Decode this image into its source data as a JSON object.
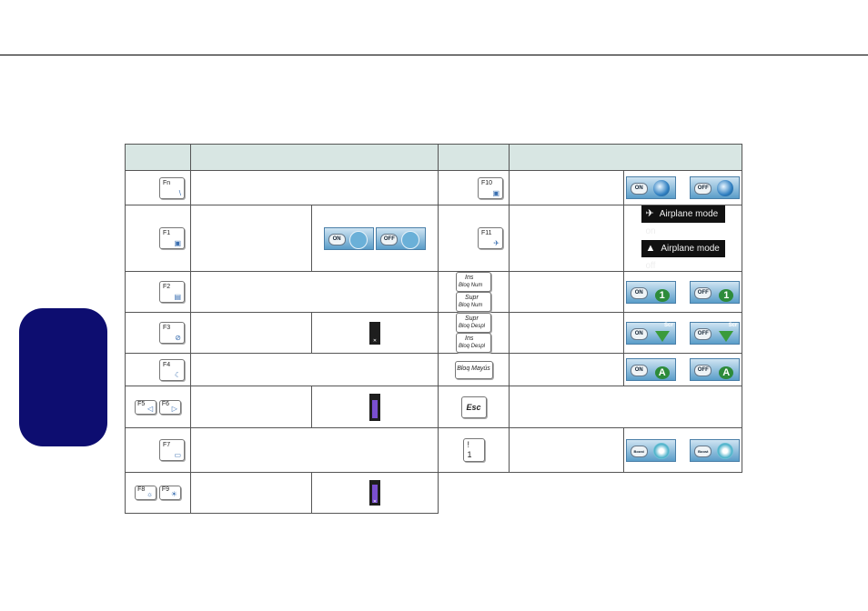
{
  "keys": {
    "fn": "Fn",
    "f1": "F1",
    "f2": "F2",
    "f3": "F3",
    "f4": "F4",
    "f5": "F5",
    "f6": "F6",
    "f7": "F7",
    "f8": "F8",
    "f9": "F9",
    "f10": "F10",
    "f11": "F11",
    "ins": "Ins",
    "ins_sub": "Bloq Num",
    "supr": "Supr",
    "supr_sub": "Bloq Num",
    "supr2": "Supr",
    "supr2_sub": "Bloq Despl",
    "ins2": "Ins",
    "ins2_sub": "Bloq Despl",
    "bloq_mayus": "Bloq Mayús",
    "esc": "Esc",
    "excl": "!",
    "one": "1"
  },
  "indicators": {
    "on": "ON",
    "off": "OFF",
    "num_lock": "1",
    "caps_lock": "A",
    "scroll_lock_label": "Scr",
    "fan_label": "Boost"
  },
  "airplane": {
    "on_label": "Airplane mode on",
    "off_label": "Airplane mode off"
  },
  "colors": {
    "header_bg": "#d8e6e3",
    "page_tab": "#0d0d70",
    "osd_fill": "#7a4fd0"
  },
  "osd_levels": {
    "mute": 0.0,
    "volume": 0.85,
    "brightness": 0.9
  }
}
